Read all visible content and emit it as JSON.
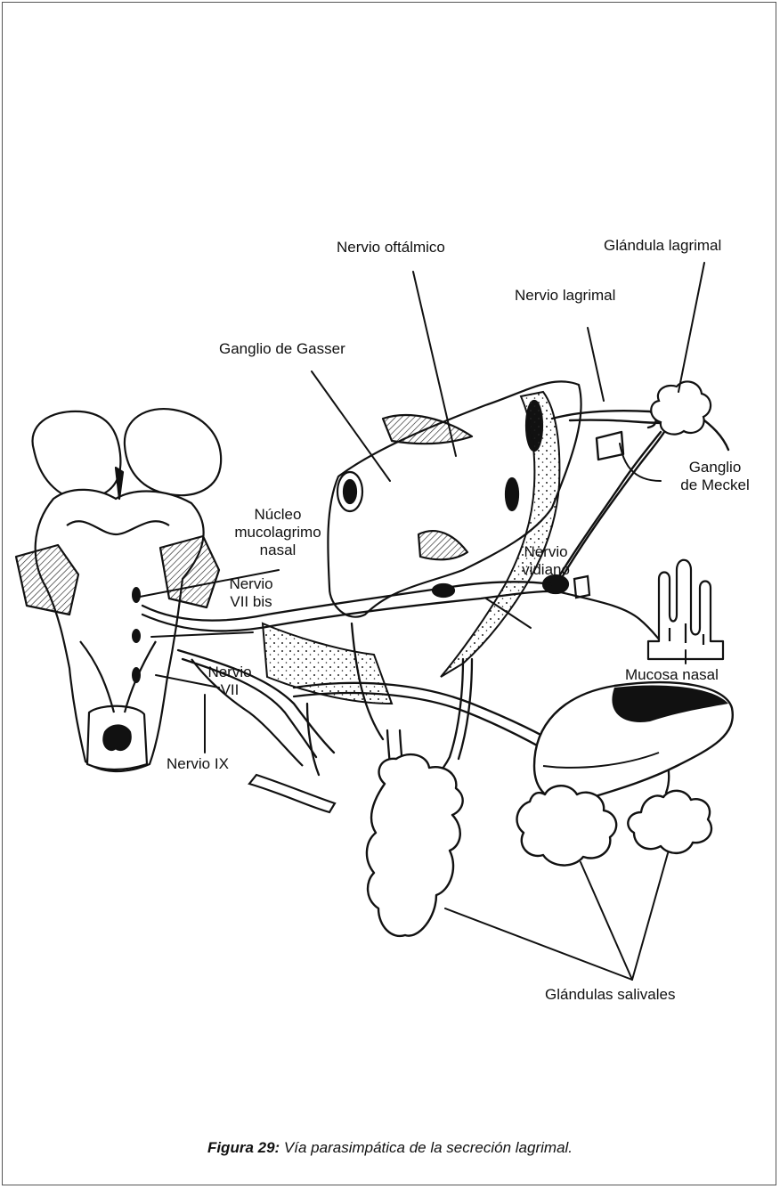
{
  "labels": {
    "nervio_oftalmico": "Nervio oftálmico",
    "glandula_lagrimal": "Glándula lagrimal",
    "nervio_lagrimal": "Nervio lagrimal",
    "ganglio_gasser": "Ganglio de Gasser",
    "ganglio_meckel_1": "Ganglio",
    "ganglio_meckel_2": "de Meckel",
    "nucleo_1": "Núcleo",
    "nucleo_2": "mucolagrimo",
    "nucleo_3": "nasal",
    "nervio_vii_bis_1": "Nervio",
    "nervio_vii_bis_2": "VII bis",
    "nervio_vidiano_1": "Nervio",
    "nervio_vidiano_2": "vidiano",
    "mucosa_nasal": "Mucosa nasal",
    "nervio_vii_1": "Nervio",
    "nervio_vii_2": "VII",
    "nervio_ix": "Nervio IX",
    "glandulas_salivales": "Glándulas salivales"
  },
  "caption": {
    "label": "Figura 29:",
    "text": " Vía parasimpática de la secreción lagrimal."
  }
}
